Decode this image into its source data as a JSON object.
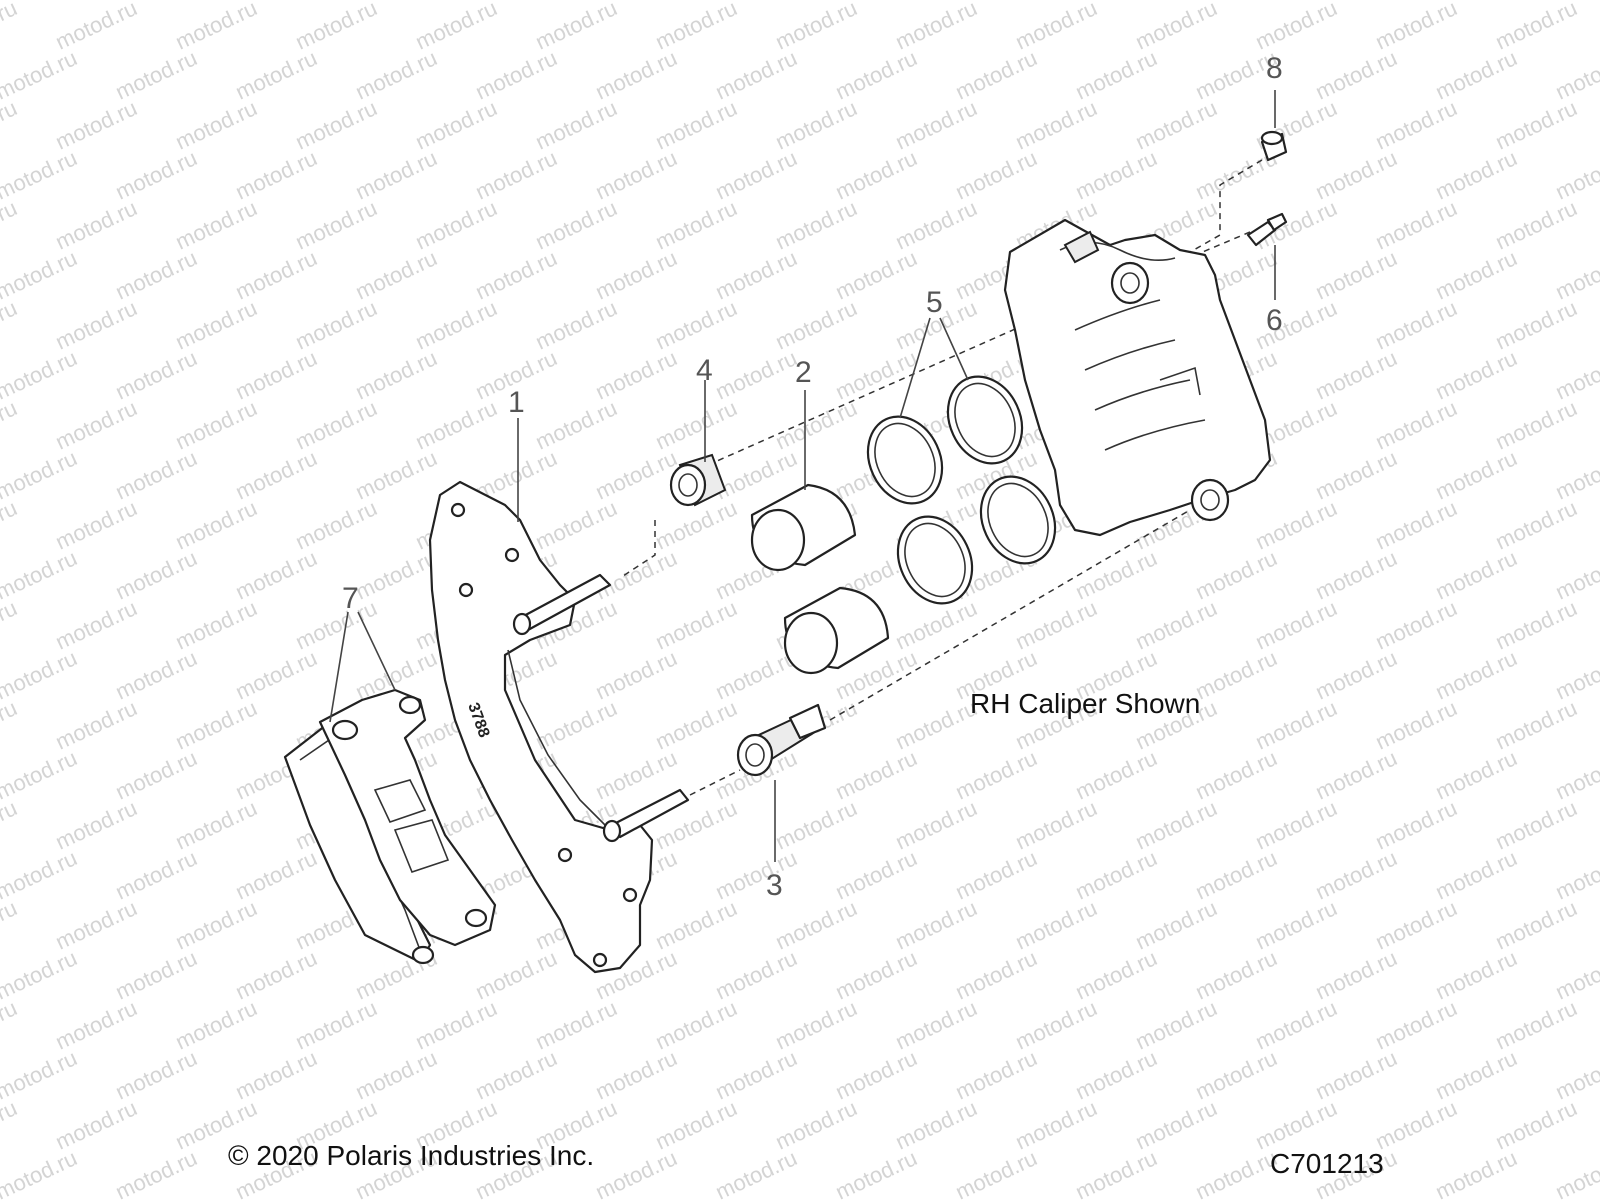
{
  "watermark": {
    "text": "motod.ru"
  },
  "callouts": [
    {
      "id": "1",
      "label": "1"
    },
    {
      "id": "2",
      "label": "2"
    },
    {
      "id": "3",
      "label": "3"
    },
    {
      "id": "4",
      "label": "4"
    },
    {
      "id": "5",
      "label": "5"
    },
    {
      "id": "6",
      "label": "6"
    },
    {
      "id": "7",
      "label": "7"
    },
    {
      "id": "8",
      "label": "8"
    }
  ],
  "bracket_stamp": "3788",
  "view_note": "RH Caliper Shown",
  "copyright": "© 2020 Polaris Industries Inc.",
  "figure_code": "C701213"
}
